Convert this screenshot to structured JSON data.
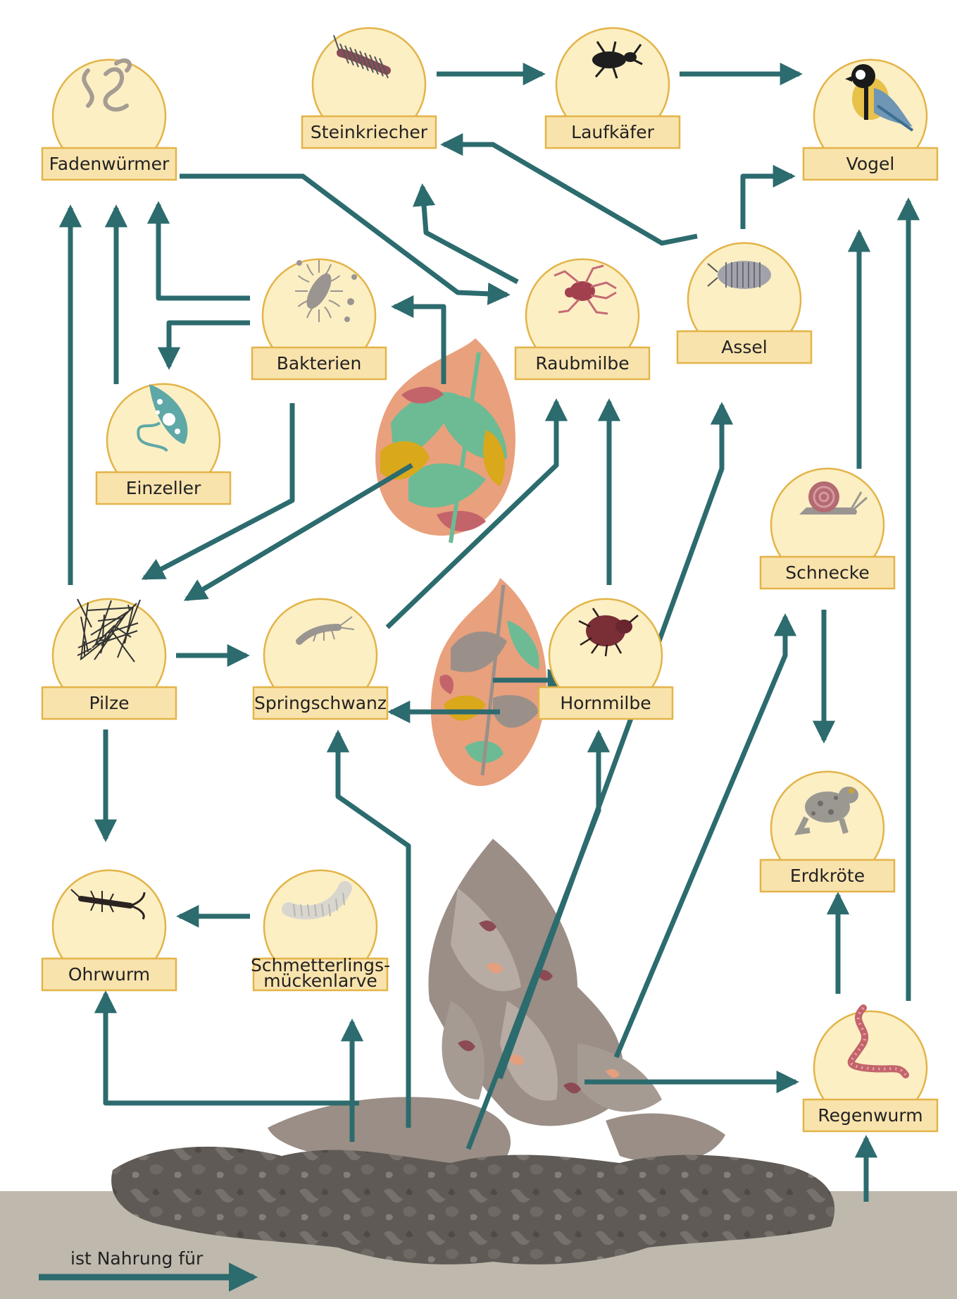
{
  "colors": {
    "bubble_fill": "#fcefc4",
    "bubble_stroke": "#e3b449",
    "label_fill": "#f9e3ad",
    "arrow": "#2c6b6e",
    "ground": "#bfb8ad",
    "soil": "#5f5a55",
    "soil_light": "#7b7570",
    "litter": "#9a8e86",
    "leaf_green": "#6cbb95",
    "leaf_yellow": "#d9a81b",
    "leaf_pink": "#c3646b",
    "leaf_salmon": "#e9a07d"
  },
  "nodes": [
    {
      "id": "fadenwuermer",
      "label": "Fadenwürmer",
      "icon": "nematode-icon"
    },
    {
      "id": "steinkriecher",
      "label": "Steinkriecher",
      "icon": "centipede-icon"
    },
    {
      "id": "laufkaefer",
      "label": "Laufkäfer",
      "icon": "ground-beetle-icon"
    },
    {
      "id": "vogel",
      "label": "Vogel",
      "icon": "bird-icon"
    },
    {
      "id": "bakterien",
      "label": "Bakterien",
      "icon": "bacteria-icon"
    },
    {
      "id": "raubmilbe",
      "label": "Raubmilbe",
      "icon": "predatory-mite-icon"
    },
    {
      "id": "assel",
      "label": "Assel",
      "icon": "woodlouse-icon"
    },
    {
      "id": "einzeller",
      "label": "Einzeller",
      "icon": "protozoa-icon"
    },
    {
      "id": "schnecke",
      "label": "Schnecke",
      "icon": "snail-icon"
    },
    {
      "id": "pilze",
      "label": "Pilze",
      "icon": "fungi-icon"
    },
    {
      "id": "springschwanz",
      "label": "Springschwanz",
      "icon": "springtail-icon"
    },
    {
      "id": "hornmilbe",
      "label": "Hornmilbe",
      "icon": "oribatid-mite-icon"
    },
    {
      "id": "erdkroete",
      "label": "Erdkröte",
      "icon": "toad-icon"
    },
    {
      "id": "ohrwurm",
      "label": "Ohrwurm",
      "icon": "earwig-icon"
    },
    {
      "id": "schmetterlingsmueckenlarve",
      "label": "Schmetterlings-\nmückenlarve",
      "icon": "larva-icon"
    },
    {
      "id": "regenwurm",
      "label": "Regenwurm",
      "icon": "earthworm-icon"
    }
  ],
  "edges": [
    [
      "steinkriecher",
      "laufkaefer"
    ],
    [
      "laufkaefer",
      "vogel"
    ],
    [
      "assel",
      "vogel"
    ],
    [
      "assel",
      "steinkriecher"
    ],
    [
      "raubmilbe",
      "steinkriecher"
    ],
    [
      "fadenwuermer",
      "raubmilbe"
    ],
    [
      "bakterien",
      "fadenwuermer"
    ],
    [
      "bakterien",
      "einzeller"
    ],
    [
      "einzeller",
      "fadenwuermer"
    ],
    [
      "pilze",
      "fadenwuermer"
    ],
    [
      "bakterien",
      "pilze"
    ],
    [
      "laub",
      "bakterien"
    ],
    [
      "laub",
      "pilze"
    ],
    [
      "springschwanz",
      "raubmilbe"
    ],
    [
      "hornmilbe",
      "raubmilbe"
    ],
    [
      "pilze",
      "springschwanz"
    ],
    [
      "pilze",
      "ohrwurm"
    ],
    [
      "laub",
      "hornmilbe"
    ],
    [
      "laub",
      "springschwanz"
    ],
    [
      "schmetterlingsmueckenlarve",
      "ohrwurm"
    ],
    [
      "streu",
      "ohrwurm"
    ],
    [
      "streu",
      "schmetterlingsmueckenlarve"
    ],
    [
      "streu",
      "springschwanz"
    ],
    [
      "streu",
      "hornmilbe"
    ],
    [
      "streu",
      "assel"
    ],
    [
      "streu",
      "schnecke"
    ],
    [
      "streu",
      "regenwurm"
    ],
    [
      "boden",
      "regenwurm"
    ],
    [
      "schnecke",
      "vogel"
    ],
    [
      "schnecke",
      "erdkroete"
    ],
    [
      "regenwurm",
      "erdkroete"
    ],
    [
      "regenwurm",
      "vogel"
    ]
  ],
  "legend": {
    "text": "ist Nahrung für"
  }
}
